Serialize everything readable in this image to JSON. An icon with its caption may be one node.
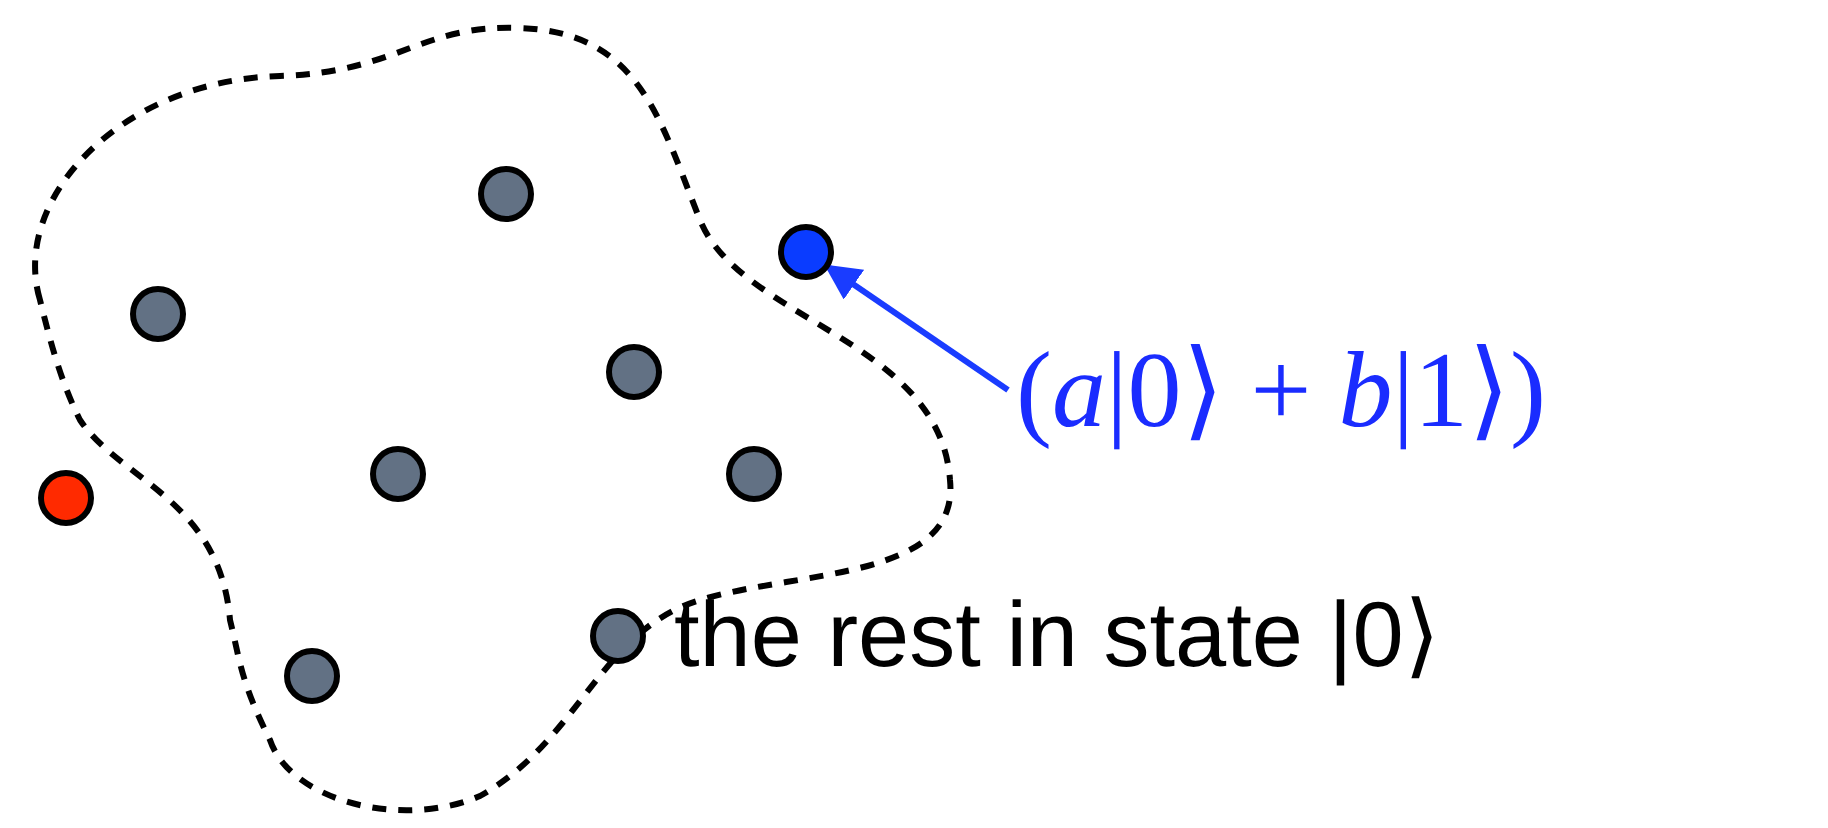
{
  "diagram": {
    "nodes": [
      {
        "text": [],
        "shape": "cloud"
      },
      {
        "text": [],
        "shape": "circle",
        "in": 0
      },
      {
        "text": [],
        "shape": "circle",
        "in": 0
      },
      {
        "text": [],
        "shape": "circle"
      },
      {
        "text": [],
        "shape": "circle",
        "in": 0
      },
      {
        "text": [],
        "shape": "circle",
        "in": 0
      },
      {
        "text": [],
        "shape": "circle",
        "in": 0
      },
      {
        "text": [],
        "shape": "circle"
      },
      {
        "text": [],
        "shape": "circle",
        "in": 0,
        "beside": [
          "the rest in state |0⟩"
        ]
      },
      {
        "text": [],
        "shape": "circle",
        "in": 0
      },
      {
        "text": [
          "(*a*|0⟩ + *b*|1⟩)"
        ]
      }
    ],
    "edges": [
      {
        "from": 10,
        "to": 3,
        "arrow": "to",
        "color": "#1a3cff"
      }
    ]
  }
}
